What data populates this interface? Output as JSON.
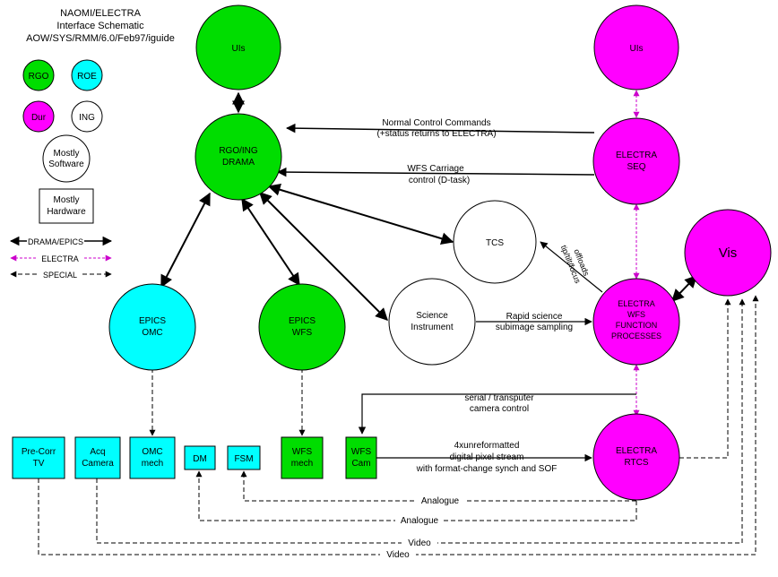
{
  "header": {
    "line1": "NAOMI/ELECTRA",
    "line2": "Interface Schematic",
    "line3": "AOW/SYS/RMM/6.0/Feb97/iguide"
  },
  "colors": {
    "rgo": "#00dd00",
    "roe": "#00ffff",
    "dur": "#ff00ff",
    "ing": "#ffffff",
    "electra_arrow": "#cc00cc"
  },
  "legend": {
    "rgo": "RGO",
    "roe": "ROE",
    "dur": "Dur",
    "ing": "ING",
    "software_line1": "Mostly",
    "software_line2": "Software",
    "hardware_line1": "Mostly",
    "hardware_line2": "Hardware",
    "drama_epics": "DRAMA/EPICS",
    "electra": "ELECTRA",
    "special": "SPECIAL"
  },
  "nodes": {
    "uis_left": "UIs",
    "uis_right": "UIs",
    "drama_line1": "RGO/ING",
    "drama_line2": "DRAMA",
    "seq_line1": "ELECTRA",
    "seq_line2": "SEQ",
    "tcs": "TCS",
    "vis": "Vis",
    "epics_omc_line1": "EPICS",
    "epics_omc_line2": "OMC",
    "epics_wfs_line1": "EPICS",
    "epics_wfs_line2": "WFS",
    "sci_line1": "Science",
    "sci_line2": "Instrument",
    "func_line1": "ELECTRA",
    "func_line2": "WFS",
    "func_line3": "FUNCTION",
    "func_line4": "PROCESSES",
    "rtcs_line1": "ELECTRA",
    "rtcs_line2": "RTCS"
  },
  "boxes": {
    "precorr_line1": "Pre-Corr",
    "precorr_line2": "TV",
    "acq_line1": "Acq",
    "acq_line2": "Camera",
    "omc_line1": "OMC",
    "omc_line2": "mech",
    "dm": "DM",
    "fsm": "FSM",
    "wfsmech_line1": "WFS",
    "wfsmech_line2": "mech",
    "wfscam_line1": "WFS",
    "wfscam_line2": "Cam"
  },
  "labels": {
    "ncc_line1": "Normal Control Commands",
    "ncc_line2": "(+status returns to ELECTRA)",
    "wfs_carriage_line1": "WFS Carriage",
    "wfs_carriage_line2": "control (D-task)",
    "tiptilt_line1": "tip/tilt/focus",
    "tiptilt_line2": "offloads",
    "rapid_line1": "Rapid science",
    "rapid_line2": "subimage sampling",
    "serial_line1": "serial / transputer",
    "serial_line2": "camera control",
    "pixel_line1": "4xunreformatted",
    "pixel_line2": "digital pixel stream",
    "pixel_line3": "with format-change synch and SOF",
    "analogue1": "Analogue",
    "analogue2": "Analogue",
    "video1": "Video",
    "video2": "Video"
  }
}
